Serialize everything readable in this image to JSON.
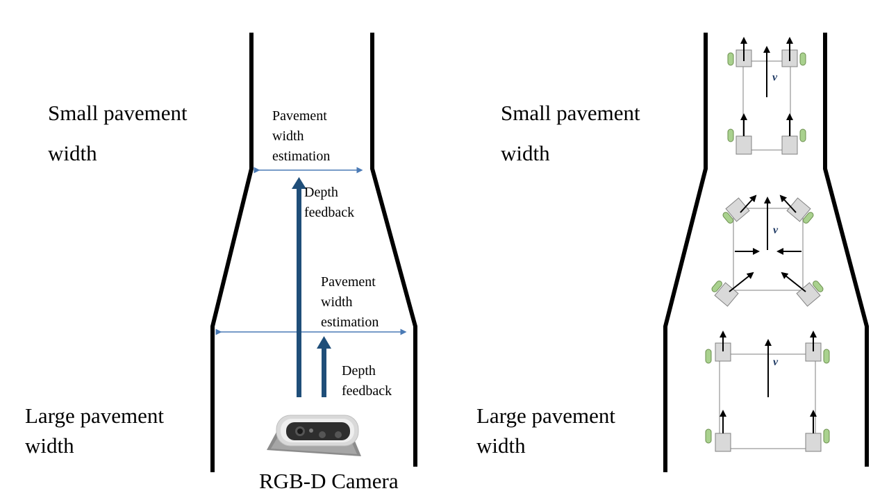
{
  "labels": {
    "left_small_line1": "Small pavement",
    "left_small_line2": "width",
    "left_large_line1": "Large pavement",
    "left_large_line2": "width",
    "right_small_line1": "Small pavement",
    "right_small_line2": "width",
    "right_large_line1": "Large pavement",
    "right_large_line2": "width",
    "est_top_1": "Pavement",
    "est_top_2": "width",
    "est_top_3": "estimation",
    "est_mid_1": "Pavement",
    "est_mid_2": "width",
    "est_mid_3": "estimation",
    "depth_top_1": "Depth",
    "depth_top_2": "feedback",
    "depth_bottom_1": "Depth",
    "depth_bottom_2": "feedback",
    "camera": "RGB-D Camera",
    "velocity": "v"
  },
  "colors": {
    "wall": "#000000",
    "feedback_arrow": "#1f4e79",
    "estimation_arrow": "#4a7ab5",
    "wheel": "#a9d18e",
    "chassis": "#d9d9d9"
  }
}
